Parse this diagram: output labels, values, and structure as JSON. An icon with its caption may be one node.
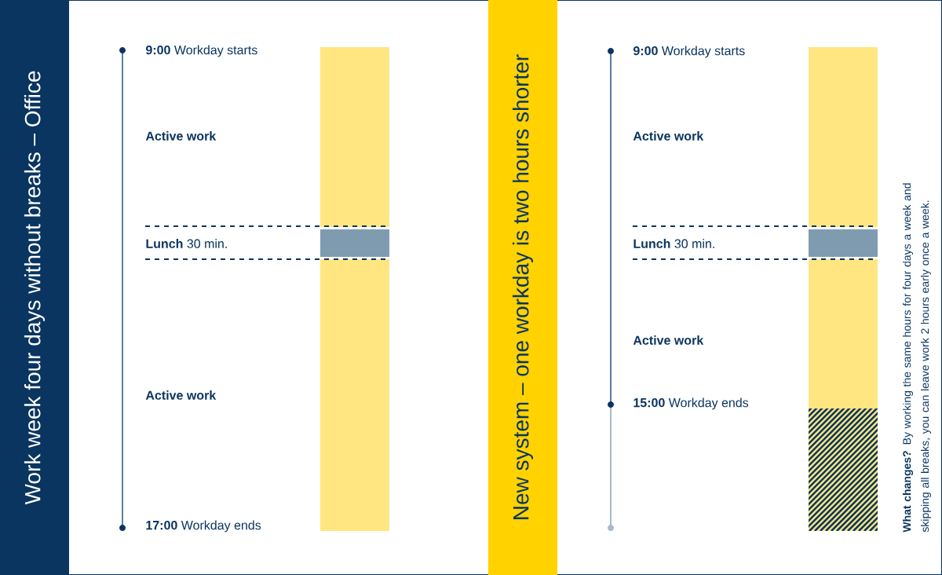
{
  "diagram": {
    "nodes": [
      {
        "text": [
          "Work week four days without breaks – Office"
        ]
      },
      {
        "text": [
          "New system – one workday is two hours shorter"
        ]
      }
    ],
    "labels": [
      "**9:00** Workday starts",
      "Active work",
      "**Lunch** 30 min.",
      "Active work",
      "**17:00** Workday ends",
      "**9:00** Workday starts",
      "Active work",
      "**Lunch** 30 min.",
      "Active work",
      "**15:00** Workday ends",
      "**What changes?** By working the same hours for four days a week and skipping all breaks, you can leave work 2 hours early once a week."
    ]
  }
}
